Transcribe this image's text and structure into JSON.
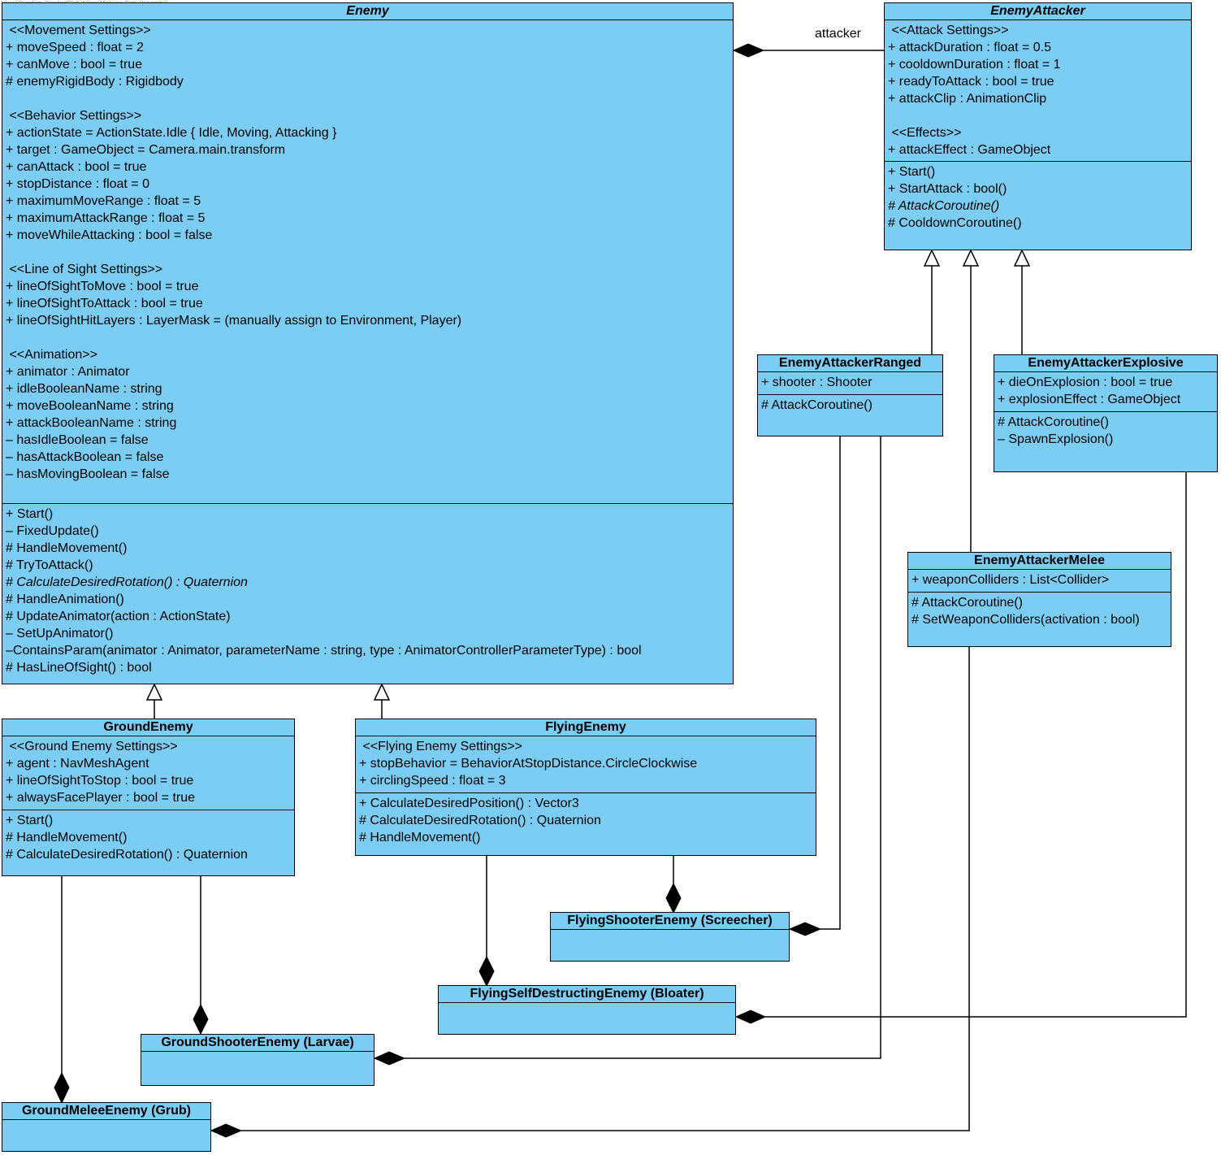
{
  "watermark": "Visual Paradigm Standard(Bob Wilson(Michigan State University))",
  "classes": {
    "enemy": {
      "name": "Enemy",
      "abstract": true,
      "attributes": [
        "<<Movement Settings>>",
        "+ moveSpeed : float = 2",
        "+ canMove : bool = true",
        "# enemyRigidBody : Rigidbody",
        "",
        "<<Behavior Settings>>",
        "+ actionState = ActionState.Idle { Idle, Moving, Attacking }",
        "+ target : GameObject = Camera.main.transform",
        "+ canAttack : bool = true",
        "+ stopDistance : float = 0",
        "+ maximumMoveRange : float = 5",
        "+ maximumAttackRange : float = 5",
        "+ moveWhileAttacking : bool = false",
        "",
        "<<Line of Sight Settings>>",
        "+ lineOfSightToMove : bool = true",
        "+ lineOfSightToAttack : bool = true",
        "+ lineOfSightHitLayers : LayerMask = (manually assign to Environment, Player)",
        "",
        "<<Animation>>",
        "+ animator : Animator",
        "+ idleBooleanName : string",
        "+ moveBooleanName : string",
        "+ attackBooleanName : string",
        "– hasIdleBoolean = false",
        "– hasAttackBoolean = false",
        "– hasMovingBoolean = false"
      ],
      "operations": [
        "+ Start()",
        "– FixedUpdate()",
        "# HandleMovement()",
        "# TryToAttack()",
        "# CalculateDesiredRotation() : Quaternion",
        "# HandleAnimation()",
        "# UpdateAnimator(action : ActionState)",
        "– SetUpAnimator()",
        "–ContainsParam(animator : Animator, parameterName : string, type : AnimatorControllerParameterType) : bool",
        "# HasLineOfSight() : bool"
      ],
      "italic_operations": [
        "# CalculateDesiredRotation() : Quaternion"
      ]
    },
    "enemy_attacker": {
      "name": "EnemyAttacker",
      "abstract": true,
      "attributes": [
        "<<Attack Settings>>",
        "+ attackDuration : float = 0.5",
        "+ cooldownDuration : float = 1",
        "+ readyToAttack : bool = true",
        "+ attackClip : AnimationClip",
        "",
        "<<Effects>>",
        "+ attackEffect : GameObject"
      ],
      "operations": [
        "+ Start()",
        "+ StartAttack : bool()",
        "# AttackCoroutine()",
        "# CooldownCoroutine()"
      ],
      "italic_operations": [
        "# AttackCoroutine()"
      ]
    },
    "ranged": {
      "name": "EnemyAttackerRanged",
      "abstract": false,
      "attributes": [
        "+ shooter : Shooter"
      ],
      "operations": [
        "# AttackCoroutine()"
      ]
    },
    "explosive": {
      "name": "EnemyAttackerExplosive",
      "abstract": false,
      "attributes": [
        "+ dieOnExplosion : bool = true",
        "+ explosionEffect : GameObject"
      ],
      "operations": [
        "# AttackCoroutine()",
        "– SpawnExplosion()"
      ]
    },
    "melee": {
      "name": "EnemyAttackerMelee",
      "abstract": false,
      "attributes": [
        "+ weaponColliders : List<Collider>"
      ],
      "operations": [
        "# AttackCoroutine()",
        "# SetWeaponColliders(activation : bool)"
      ]
    },
    "ground_enemy": {
      "name": "GroundEnemy",
      "abstract": false,
      "attributes": [
        "<<Ground Enemy Settings>>",
        "+ agent : NavMeshAgent",
        "+ lineOfSightToStop : bool = true",
        "+ alwaysFacePlayer : bool = true"
      ],
      "operations": [
        "+ Start()",
        "# HandleMovement()",
        "# CalculateDesiredRotation() : Quaternion"
      ]
    },
    "flying_enemy": {
      "name": "FlyingEnemy",
      "abstract": false,
      "attributes": [
        "<<Flying Enemy Settings>>",
        "+ stopBehavior = BehaviorAtStopDistance.CircleClockwise",
        "+ circlingSpeed : float = 3"
      ],
      "operations": [
        "+ CalculateDesiredPosition() : Vector3",
        "# CalculateDesiredRotation() : Quaternion",
        "# HandleMovement()"
      ]
    },
    "screecher": {
      "name": "FlyingShooterEnemy (Screecher)",
      "abstract": false,
      "attributes": [],
      "operations": []
    },
    "bloater": {
      "name": "FlyingSelfDestructingEnemy (Bloater)",
      "abstract": false,
      "attributes": [],
      "operations": []
    },
    "larvae": {
      "name": "GroundShooterEnemy (Larvae)",
      "abstract": false,
      "attributes": [],
      "operations": []
    },
    "grub": {
      "name": "GroundMeleeEnemy (Grub)",
      "abstract": false,
      "attributes": [],
      "operations": []
    }
  },
  "relations": {
    "attacker_role": "attacker"
  },
  "colors": {
    "class_fill": "#7ccdf4",
    "line": "#000000"
  }
}
